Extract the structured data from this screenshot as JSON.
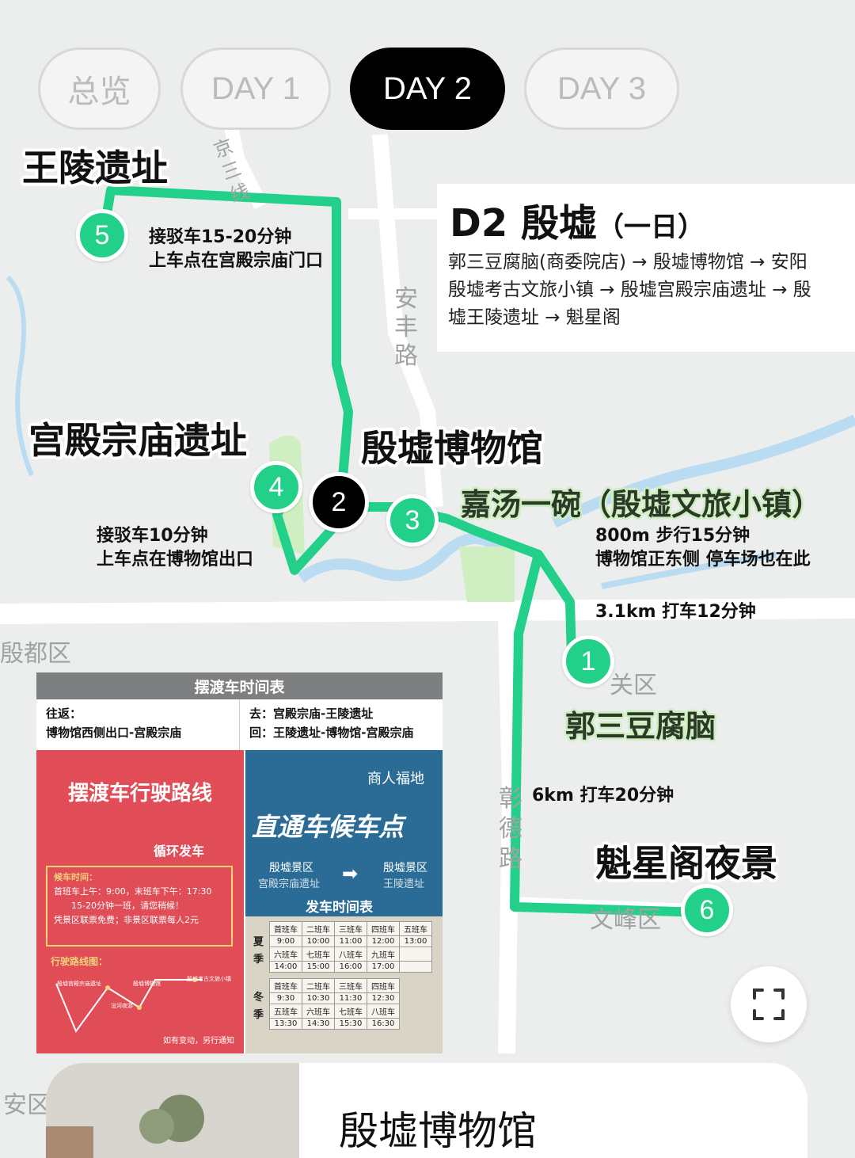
{
  "tabs": [
    {
      "label": "总览",
      "active": false
    },
    {
      "label": "DAY 1",
      "active": false
    },
    {
      "label": "DAY 2",
      "active": true
    },
    {
      "label": "DAY 3",
      "active": false
    }
  ],
  "info": {
    "title": "D2 殷墟",
    "title_suffix": "（一日）",
    "route_line1": "郭三豆腐脑(商委院店) → 殷墟博物馆 → 安阳",
    "route_line2": "殷墟考古文旅小镇 → 殷墟宫殿宗庙遗址 → 殷",
    "route_line3": "墟王陵遗址 → 魁星阁"
  },
  "markers": [
    {
      "num": "1",
      "color": "#22d08a"
    },
    {
      "num": "2",
      "color": "#000000"
    },
    {
      "num": "3",
      "color": "#22d08a"
    },
    {
      "num": "4",
      "color": "#22d08a"
    },
    {
      "num": "5",
      "color": "#22d08a"
    },
    {
      "num": "6",
      "color": "#22d08a"
    }
  ],
  "labels": {
    "wangling": "王陵遗址",
    "gongdian": "宫殿宗庙遗址",
    "bowuguan": "殷墟博物馆",
    "jiatang": "嘉汤一碗（殷墟文旅小镇）",
    "guosan": "郭三豆腐脑",
    "kuixing": "魁星阁夜景"
  },
  "notes": {
    "shuttle5_line1": "接驳车15-20分钟",
    "shuttle5_line2": "上车点在宫殿宗庙门口",
    "shuttle4_line1": "接驳车10分钟",
    "shuttle4_line2": "上车点在博物馆出口",
    "walk_line1": "800m 步行15分钟",
    "walk_line2": "博物馆正东侧 停车场也在此",
    "taxi1": "3.1km 打车12分钟",
    "taxi2": "6km 打车20分钟"
  },
  "map_text": {
    "yindu": "殷都区",
    "anfeng": "安丰路",
    "zhangde": "彰德路",
    "wenfeng": "文峰区",
    "anqu": "安区",
    "guanqu": "关区",
    "sanxian": "京三线"
  },
  "schedule": {
    "title": "摆渡车时间表",
    "round_label": "往返：",
    "round_route": "博物馆西侧出口-宫殿宗庙",
    "go_label": "去：",
    "go_route": "宫殿宗庙-王陵遗址",
    "back_label": "回：",
    "back_route": "王陵遗址-博物馆-宫殿宗庙",
    "red_poster": {
      "title": "摆渡车行驶路线",
      "loop": "循环发车",
      "wait_title": "候车时间：",
      "wait_line1": "首班车上午：9:00，末班车下午：17:30",
      "wait_line2": "15-20分钟一班，请您稍候！",
      "wait_line3": "凭景区联票免费；非景区联票每人2元",
      "route_title": "行驶路线图：",
      "stop1": "殷墟宫殿宗庙遗址",
      "stop2": "殷墟博物馆",
      "stop3": "洹河夜游",
      "stop4": "殷墟考古文旅小镇",
      "footer": "如有变动，另行通知"
    },
    "blue_poster": {
      "brand": "商人福地",
      "title": "直通车候车点",
      "from": "殷墟景区",
      "from_sub": "宫殿宗庙遗址",
      "to": "殷墟景区",
      "to_sub": "王陵遗址",
      "table_title": "发车时间表",
      "summer": "夏季",
      "winter": "冬季",
      "summer_rows": [
        [
          "首班车",
          "二班车",
          "三班车",
          "四班车",
          "五班车"
        ],
        [
          "9:00",
          "10:00",
          "11:00",
          "12:00",
          "13:00"
        ],
        [
          "六班车",
          "七班车",
          "八班车",
          "九班车",
          ""
        ],
        [
          "14:00",
          "15:00",
          "16:00",
          "17:00",
          ""
        ]
      ],
      "winter_rows": [
        [
          "首班车",
          "二班车",
          "三班车",
          "四班车"
        ],
        [
          "9:30",
          "10:30",
          "11:30",
          "12:30"
        ],
        [
          "五班车",
          "六班车",
          "七班车",
          "八班车"
        ],
        [
          "13:30",
          "14:30",
          "15:30",
          "16:30"
        ]
      ]
    }
  },
  "bottom_card": {
    "title": "殷墟博物馆"
  },
  "colors": {
    "route": "#22d08a",
    "water": "#b9dcf3",
    "park": "#cfeec2"
  },
  "icons": {
    "expand": "expand-icon"
  }
}
